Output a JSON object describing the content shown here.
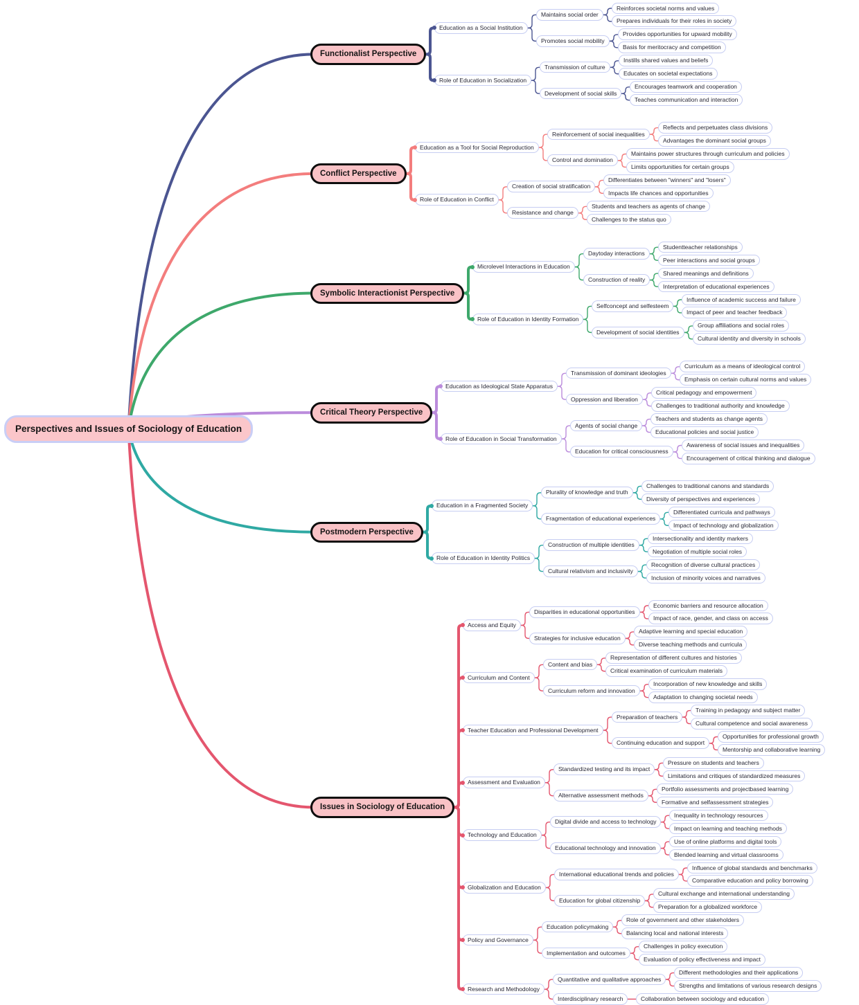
{
  "root": {
    "label": "Perspectives and Issues of Sociology of Education"
  },
  "palette": {
    "root_fill": "#fbc6ca",
    "root_border": "#c9cef6",
    "branch_fill": "#f9c2c6",
    "branch_border": "#0d0d0d",
    "leaf_border": "#c6cdf2",
    "background": "#ffffff"
  },
  "branches": [
    {
      "label": "Functionalist Perspective",
      "color": "#4b5591",
      "children": [
        {
          "label": "Education as a Social Institution",
          "children": [
            {
              "label": "Maintains social order",
              "children": [
                {
                  "label": "Reinforces societal norms and values"
                },
                {
                  "label": "Prepares individuals for their roles in society"
                }
              ]
            },
            {
              "label": "Promotes social mobility",
              "children": [
                {
                  "label": "Provides opportunities for upward mobility"
                },
                {
                  "label": "Basis for meritocracy and competition"
                }
              ]
            }
          ]
        },
        {
          "label": "Role of Education in Socialization",
          "children": [
            {
              "label": "Transmission of culture",
              "children": [
                {
                  "label": "Instills shared values and beliefs"
                },
                {
                  "label": "Educates on societal expectations"
                }
              ]
            },
            {
              "label": "Development of social skills",
              "children": [
                {
                  "label": "Encourages teamwork and cooperation"
                },
                {
                  "label": "Teaches communication and interaction"
                }
              ]
            }
          ]
        }
      ]
    },
    {
      "label": "Conflict Perspective",
      "color": "#f37d7d",
      "children": [
        {
          "label": "Education as a Tool for Social Reproduction",
          "children": [
            {
              "label": "Reinforcement of social inequalities",
              "children": [
                {
                  "label": "Reflects and perpetuates class divisions"
                },
                {
                  "label": "Advantages the dominant social groups"
                }
              ]
            },
            {
              "label": "Control and domination",
              "children": [
                {
                  "label": "Maintains power structures through curriculum and policies"
                },
                {
                  "label": "Limits opportunities for certain groups"
                }
              ]
            }
          ]
        },
        {
          "label": "Role of Education in Conflict",
          "children": [
            {
              "label": "Creation of social stratification",
              "children": [
                {
                  "label": "Differentiates between \"winners\" and \"losers\""
                },
                {
                  "label": "Impacts life chances and opportunities"
                }
              ]
            },
            {
              "label": "Resistance and change",
              "children": [
                {
                  "label": "Students and teachers as agents of change"
                },
                {
                  "label": "Challenges to the status quo"
                }
              ]
            }
          ]
        }
      ]
    },
    {
      "label": "Symbolic Interactionist Perspective",
      "color": "#3ea86b",
      "children": [
        {
          "label": "Microlevel Interactions in Education",
          "children": [
            {
              "label": "Daytoday interactions",
              "children": [
                {
                  "label": "Studentteacher relationships"
                },
                {
                  "label": "Peer interactions and social groups"
                }
              ]
            },
            {
              "label": "Construction of reality",
              "children": [
                {
                  "label": "Shared meanings and definitions"
                },
                {
                  "label": "Interpretation of educational experiences"
                }
              ]
            }
          ]
        },
        {
          "label": "Role of Education in Identity Formation",
          "children": [
            {
              "label": "Selfconcept and selfesteem",
              "children": [
                {
                  "label": "Influence of academic success and failure"
                },
                {
                  "label": "Impact of peer and teacher feedback"
                }
              ]
            },
            {
              "label": "Development of social identities",
              "children": [
                {
                  "label": "Group affiliations and social roles"
                },
                {
                  "label": "Cultural identity and diversity in schools"
                }
              ]
            }
          ]
        }
      ]
    },
    {
      "label": "Critical Theory Perspective",
      "color": "#bb8cdc",
      "children": [
        {
          "label": "Education as Ideological State Apparatus",
          "children": [
            {
              "label": "Transmission of dominant ideologies",
              "children": [
                {
                  "label": "Curriculum as a means of ideological control"
                },
                {
                  "label": "Emphasis on certain cultural norms and values"
                }
              ]
            },
            {
              "label": "Oppression and liberation",
              "children": [
                {
                  "label": "Critical pedagogy and empowerment"
                },
                {
                  "label": "Challenges to traditional authority and knowledge"
                }
              ]
            }
          ]
        },
        {
          "label": "Role of Education in Social Transformation",
          "children": [
            {
              "label": "Agents of social change",
              "children": [
                {
                  "label": "Teachers and students as change agents"
                },
                {
                  "label": "Educational policies and social justice"
                }
              ]
            },
            {
              "label": "Education for critical consciousness",
              "children": [
                {
                  "label": "Awareness of social issues and inequalities"
                },
                {
                  "label": "Encouragement of critical thinking and dialogue"
                }
              ]
            }
          ]
        }
      ]
    },
    {
      "label": "Postmodern Perspective",
      "color": "#2fa9a3",
      "children": [
        {
          "label": "Education in a Fragmented Society",
          "children": [
            {
              "label": "Plurality of knowledge and truth",
              "children": [
                {
                  "label": "Challenges to traditional canons and standards"
                },
                {
                  "label": "Diversity of perspectives and experiences"
                }
              ]
            },
            {
              "label": "Fragmentation of educational experiences",
              "children": [
                {
                  "label": "Differentiated curricula and pathways"
                },
                {
                  "label": "Impact of technology and globalization"
                }
              ]
            }
          ]
        },
        {
          "label": "Role of Education in Identity Politics",
          "children": [
            {
              "label": "Construction of multiple identities",
              "children": [
                {
                  "label": "Intersectionality and identity markers"
                },
                {
                  "label": "Negotiation of multiple social roles"
                }
              ]
            },
            {
              "label": "Cultural relativism and inclusivity",
              "children": [
                {
                  "label": "Recognition of diverse cultural practices"
                },
                {
                  "label": "Inclusion of minority voices and narratives"
                }
              ]
            }
          ]
        }
      ]
    },
    {
      "label": "Issues in Sociology of Education",
      "color": "#e4566e",
      "children": [
        {
          "label": "Access and Equity",
          "children": [
            {
              "label": "Disparities in educational opportunities",
              "children": [
                {
                  "label": "Economic barriers and resource allocation"
                },
                {
                  "label": "Impact of race, gender, and class on access"
                }
              ]
            },
            {
              "label": "Strategies for inclusive education",
              "children": [
                {
                  "label": "Adaptive learning and special education"
                },
                {
                  "label": "Diverse teaching methods and curricula"
                }
              ]
            }
          ]
        },
        {
          "label": "Curriculum and Content",
          "children": [
            {
              "label": "Content and bias",
              "children": [
                {
                  "label": "Representation of different cultures and histories"
                },
                {
                  "label": "Critical examination of curriculum materials"
                }
              ]
            },
            {
              "label": "Curriculum reform and innovation",
              "children": [
                {
                  "label": "Incorporation of new knowledge and skills"
                },
                {
                  "label": "Adaptation to changing societal needs"
                }
              ]
            }
          ]
        },
        {
          "label": "Teacher Education and Professional Development",
          "children": [
            {
              "label": "Preparation of teachers",
              "children": [
                {
                  "label": "Training in pedagogy and subject matter"
                },
                {
                  "label": "Cultural competence and social awareness"
                }
              ]
            },
            {
              "label": "Continuing education and support",
              "children": [
                {
                  "label": "Opportunities for professional growth"
                },
                {
                  "label": "Mentorship and collaborative learning"
                }
              ]
            }
          ]
        },
        {
          "label": "Assessment and Evaluation",
          "children": [
            {
              "label": "Standardized testing and its impact",
              "children": [
                {
                  "label": "Pressure on students and teachers"
                },
                {
                  "label": "Limitations and critiques of standardized measures"
                }
              ]
            },
            {
              "label": "Alternative assessment methods",
              "children": [
                {
                  "label": "Portfolio assessments and projectbased learning"
                },
                {
                  "label": "Formative and selfassessment strategies"
                }
              ]
            }
          ]
        },
        {
          "label": "Technology and Education",
          "children": [
            {
              "label": "Digital divide and access to technology",
              "children": [
                {
                  "label": "Inequality in technology resources"
                },
                {
                  "label": "Impact on learning and teaching methods"
                }
              ]
            },
            {
              "label": "Educational technology and innovation",
              "children": [
                {
                  "label": "Use of online platforms and digital tools"
                },
                {
                  "label": "Blended learning and virtual classrooms"
                }
              ]
            }
          ]
        },
        {
          "label": "Globalization and Education",
          "children": [
            {
              "label": "International educational trends and policies",
              "children": [
                {
                  "label": "Influence of global standards and benchmarks"
                },
                {
                  "label": "Comparative education and policy borrowing"
                }
              ]
            },
            {
              "label": "Education for global citizenship",
              "children": [
                {
                  "label": "Cultural exchange and international understanding"
                },
                {
                  "label": "Preparation for a globalized workforce"
                }
              ]
            }
          ]
        },
        {
          "label": "Policy and Governance",
          "children": [
            {
              "label": "Education policymaking",
              "children": [
                {
                  "label": "Role of government and other stakeholders"
                },
                {
                  "label": "Balancing local and national interests"
                }
              ]
            },
            {
              "label": "Implementation and outcomes",
              "children": [
                {
                  "label": "Challenges in policy execution"
                },
                {
                  "label": "Evaluation of policy effectiveness and impact"
                }
              ]
            }
          ]
        },
        {
          "label": "Research and Methodology",
          "children": [
            {
              "label": "Quantitative and qualitative approaches",
              "children": [
                {
                  "label": "Different methodologies and their applications"
                },
                {
                  "label": "Strengths and limitations of various research designs"
                }
              ]
            },
            {
              "label": "Interdisciplinary research",
              "children": [
                {
                  "label": "Collaboration between sociology and education"
                }
              ]
            }
          ]
        }
      ]
    }
  ]
}
